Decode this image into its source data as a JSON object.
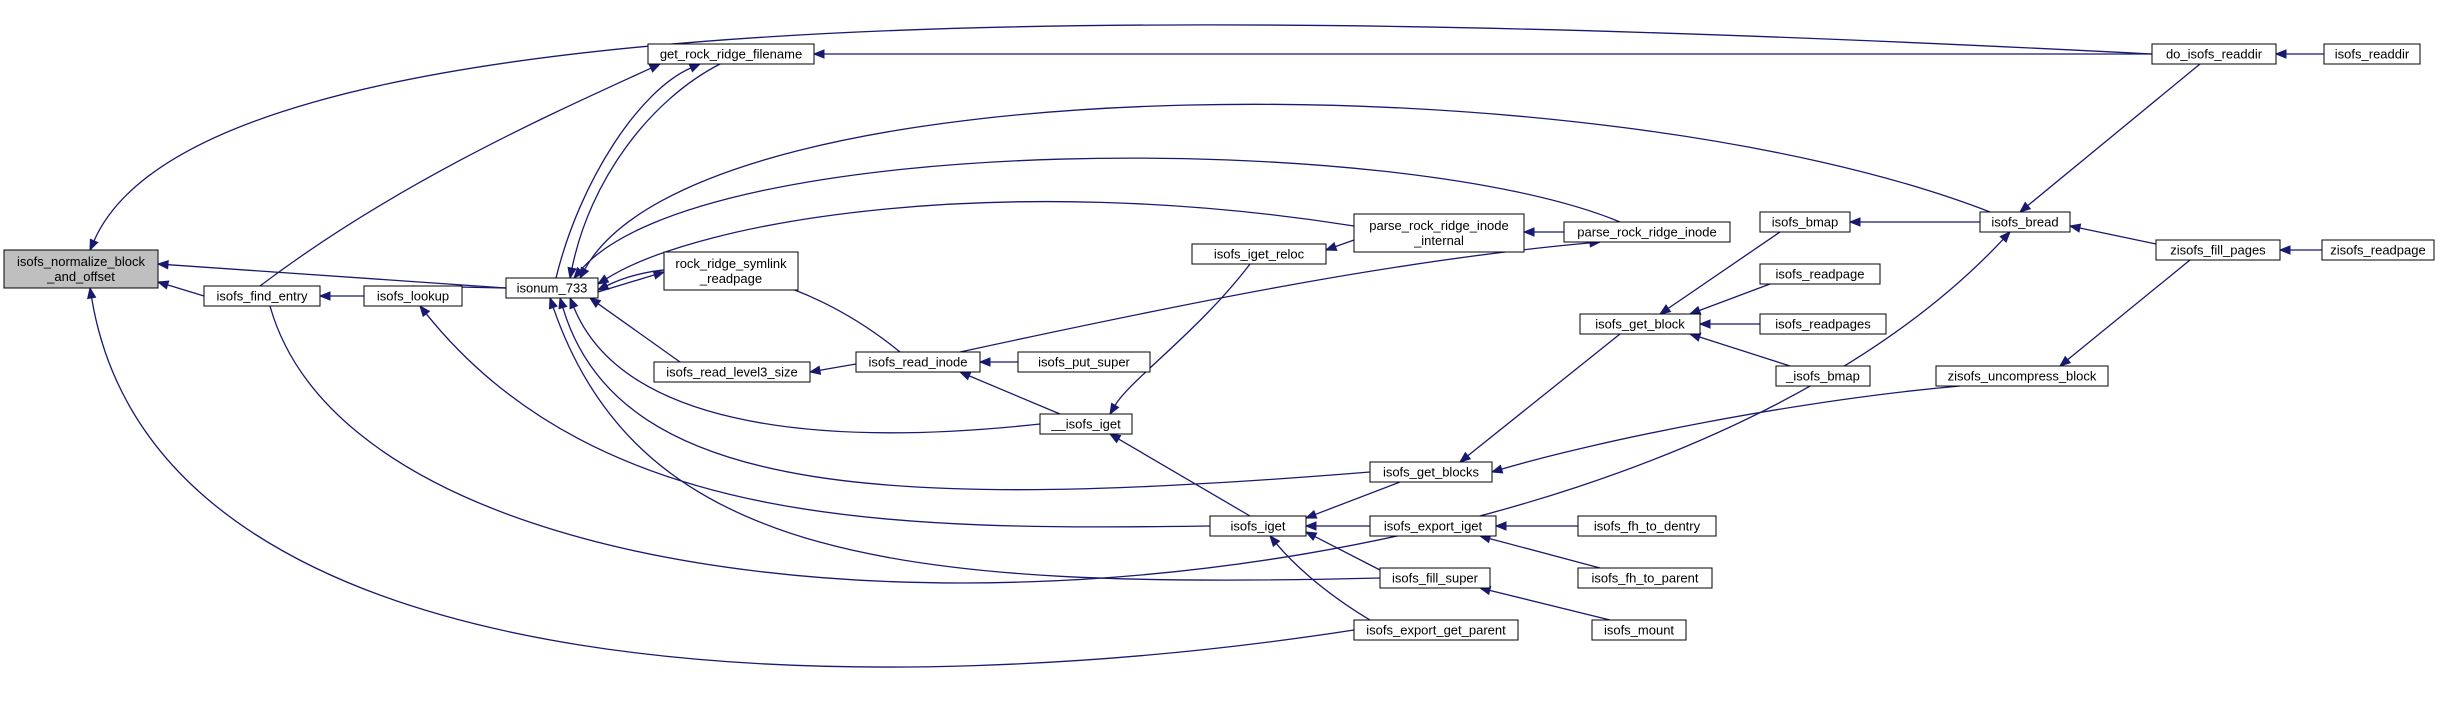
{
  "colors": {
    "node_fill": "#ffffff",
    "focus_fill": "#bfbfbf",
    "node_stroke": "#000000",
    "edge": "#191970"
  },
  "nodes": [
    {
      "id": "isofs_normalize_block_and_offset",
      "label": [
        "isofs_normalize_block",
        "_and_offset"
      ],
      "focus": true
    },
    {
      "id": "isofs_find_entry",
      "label": [
        "isofs_find_entry"
      ]
    },
    {
      "id": "isofs_lookup",
      "label": [
        "isofs_lookup"
      ]
    },
    {
      "id": "isonum_733",
      "label": [
        "isonum_733"
      ]
    },
    {
      "id": "get_rock_ridge_filename",
      "label": [
        "get_rock_ridge_filename"
      ]
    },
    {
      "id": "rock_ridge_symlink_readpage",
      "label": [
        "rock_ridge_symlink",
        "_readpage"
      ]
    },
    {
      "id": "isofs_read_level3_size",
      "label": [
        "isofs_read_level3_size"
      ]
    },
    {
      "id": "isofs_read_inode",
      "label": [
        "isofs_read_inode"
      ]
    },
    {
      "id": "isofs_put_super",
      "label": [
        "isofs_put_super"
      ]
    },
    {
      "id": "__isofs_iget",
      "label": [
        "__isofs_iget"
      ]
    },
    {
      "id": "isofs_iget_reloc",
      "label": [
        "isofs_iget_reloc"
      ]
    },
    {
      "id": "isofs_iget",
      "label": [
        "isofs_iget"
      ]
    },
    {
      "id": "parse_rock_ridge_inode_internal",
      "label": [
        "parse_rock_ridge_inode",
        "_internal"
      ]
    },
    {
      "id": "parse_rock_ridge_inode",
      "label": [
        "parse_rock_ridge_inode"
      ]
    },
    {
      "id": "isofs_get_blocks",
      "label": [
        "isofs_get_blocks"
      ]
    },
    {
      "id": "isofs_export_iget",
      "label": [
        "isofs_export_iget"
      ]
    },
    {
      "id": "isofs_fill_super",
      "label": [
        "isofs_fill_super"
      ]
    },
    {
      "id": "isofs_export_get_parent",
      "label": [
        "isofs_export_get_parent"
      ]
    },
    {
      "id": "isofs_get_block",
      "label": [
        "isofs_get_block"
      ]
    },
    {
      "id": "isofs_bmap",
      "label": [
        "isofs_bmap"
      ]
    },
    {
      "id": "isofs_readpage",
      "label": [
        "isofs_readpage"
      ]
    },
    {
      "id": "isofs_readpages",
      "label": [
        "isofs_readpages"
      ]
    },
    {
      "id": "_isofs_bmap",
      "label": [
        "_isofs_bmap"
      ]
    },
    {
      "id": "zisofs_uncompress_block",
      "label": [
        "zisofs_uncompress_block"
      ]
    },
    {
      "id": "isofs_fh_to_dentry",
      "label": [
        "isofs_fh_to_dentry"
      ]
    },
    {
      "id": "isofs_fh_to_parent",
      "label": [
        "isofs_fh_to_parent"
      ]
    },
    {
      "id": "isofs_mount",
      "label": [
        "isofs_mount"
      ]
    },
    {
      "id": "isofs_bread",
      "label": [
        "isofs_bread"
      ]
    },
    {
      "id": "do_isofs_readdir",
      "label": [
        "do_isofs_readdir"
      ]
    },
    {
      "id": "isofs_readdir",
      "label": [
        "isofs_readdir"
      ]
    },
    {
      "id": "zisofs_fill_pages",
      "label": [
        "zisofs_fill_pages"
      ]
    },
    {
      "id": "zisofs_readpage",
      "label": [
        "zisofs_readpage"
      ]
    }
  ],
  "edges": [
    {
      "from": "isofs_find_entry",
      "to": "isofs_normalize_block_and_offset"
    },
    {
      "from": "isonum_733",
      "to": "isofs_normalize_block_and_offset"
    },
    {
      "from": "do_isofs_readdir",
      "to": "isofs_normalize_block_and_offset"
    },
    {
      "from": "isofs_export_get_parent",
      "to": "isofs_normalize_block_and_offset"
    },
    {
      "from": "isofs_lookup",
      "to": "isofs_find_entry"
    },
    {
      "from": "isofs_lookup",
      "to": "isonum_733"
    },
    {
      "from": "get_rock_ridge_filename",
      "to": "isonum_733"
    },
    {
      "from": "isonum_733",
      "to": "get_rock_ridge_filename"
    },
    {
      "from": "isofs_find_entry",
      "to": "get_rock_ridge_filename"
    },
    {
      "from": "do_isofs_readdir",
      "to": "get_rock_ridge_filename"
    },
    {
      "from": "isofs_bread",
      "to": "isonum_733"
    },
    {
      "from": "parse_rock_ridge_inode",
      "to": "isonum_733"
    },
    {
      "from": "parse_rock_ridge_inode_internal",
      "to": "isonum_733"
    },
    {
      "from": "isonum_733",
      "to": "rock_ridge_symlink_readpage"
    },
    {
      "from": "isofs_read_level3_size",
      "to": "isonum_733"
    },
    {
      "from": "isofs_read_inode",
      "to": "isonum_733"
    },
    {
      "from": "__isofs_iget",
      "to": "isonum_733"
    },
    {
      "from": "isofs_get_blocks",
      "to": "isonum_733"
    },
    {
      "from": "isofs_fill_super",
      "to": "isonum_733"
    },
    {
      "from": "isofs_read_inode",
      "to": "isofs_read_level3_size"
    },
    {
      "from": "isofs_put_super",
      "to": "isofs_read_inode"
    },
    {
      "from": "__isofs_iget",
      "to": "isofs_read_inode"
    },
    {
      "from": "isofs_iget_reloc",
      "to": "__isofs_iget"
    },
    {
      "from": "isofs_iget",
      "to": "__isofs_iget"
    },
    {
      "from": "parse_rock_ridge_inode_internal",
      "to": "isofs_iget_reloc"
    },
    {
      "from": "parse_rock_ridge_inode",
      "to": "parse_rock_ridge_inode_internal"
    },
    {
      "from": "isofs_read_inode",
      "to": "parse_rock_ridge_inode"
    },
    {
      "from": "isofs_iget",
      "to": "isofs_lookup"
    },
    {
      "from": "isofs_get_blocks",
      "to": "isofs_iget"
    },
    {
      "from": "isofs_export_iget",
      "to": "isofs_iget"
    },
    {
      "from": "isofs_fill_super",
      "to": "isofs_iget"
    },
    {
      "from": "isofs_export_get_parent",
      "to": "isofs_iget"
    },
    {
      "from": "isofs_get_block",
      "to": "isofs_get_blocks"
    },
    {
      "from": "zisofs_uncompress_block",
      "to": "isofs_get_blocks"
    },
    {
      "from": "isofs_bmap",
      "to": "isofs_get_block"
    },
    {
      "from": "isofs_readpage",
      "to": "isofs_get_block"
    },
    {
      "from": "isofs_readpages",
      "to": "isofs_get_block"
    },
    {
      "from": "_isofs_bmap",
      "to": "isofs_get_block"
    },
    {
      "from": "isofs_bread",
      "to": "isofs_bmap"
    },
    {
      "from": "isofs_fh_to_dentry",
      "to": "isofs_export_iget"
    },
    {
      "from": "isofs_fh_to_parent",
      "to": "isofs_export_iget"
    },
    {
      "from": "isofs_mount",
      "to": "isofs_fill_super"
    },
    {
      "from": "isofs_find_entry",
      "to": "isofs_bread"
    },
    {
      "from": "zisofs_fill_pages",
      "to": "isofs_bread"
    },
    {
      "from": "do_isofs_readdir",
      "to": "isofs_bread"
    },
    {
      "from": "isofs_readdir",
      "to": "do_isofs_readdir"
    },
    {
      "from": "zisofs_fill_pages",
      "to": "zisofs_uncompress_block"
    },
    {
      "from": "zisofs_readpage",
      "to": "zisofs_fill_pages"
    }
  ]
}
